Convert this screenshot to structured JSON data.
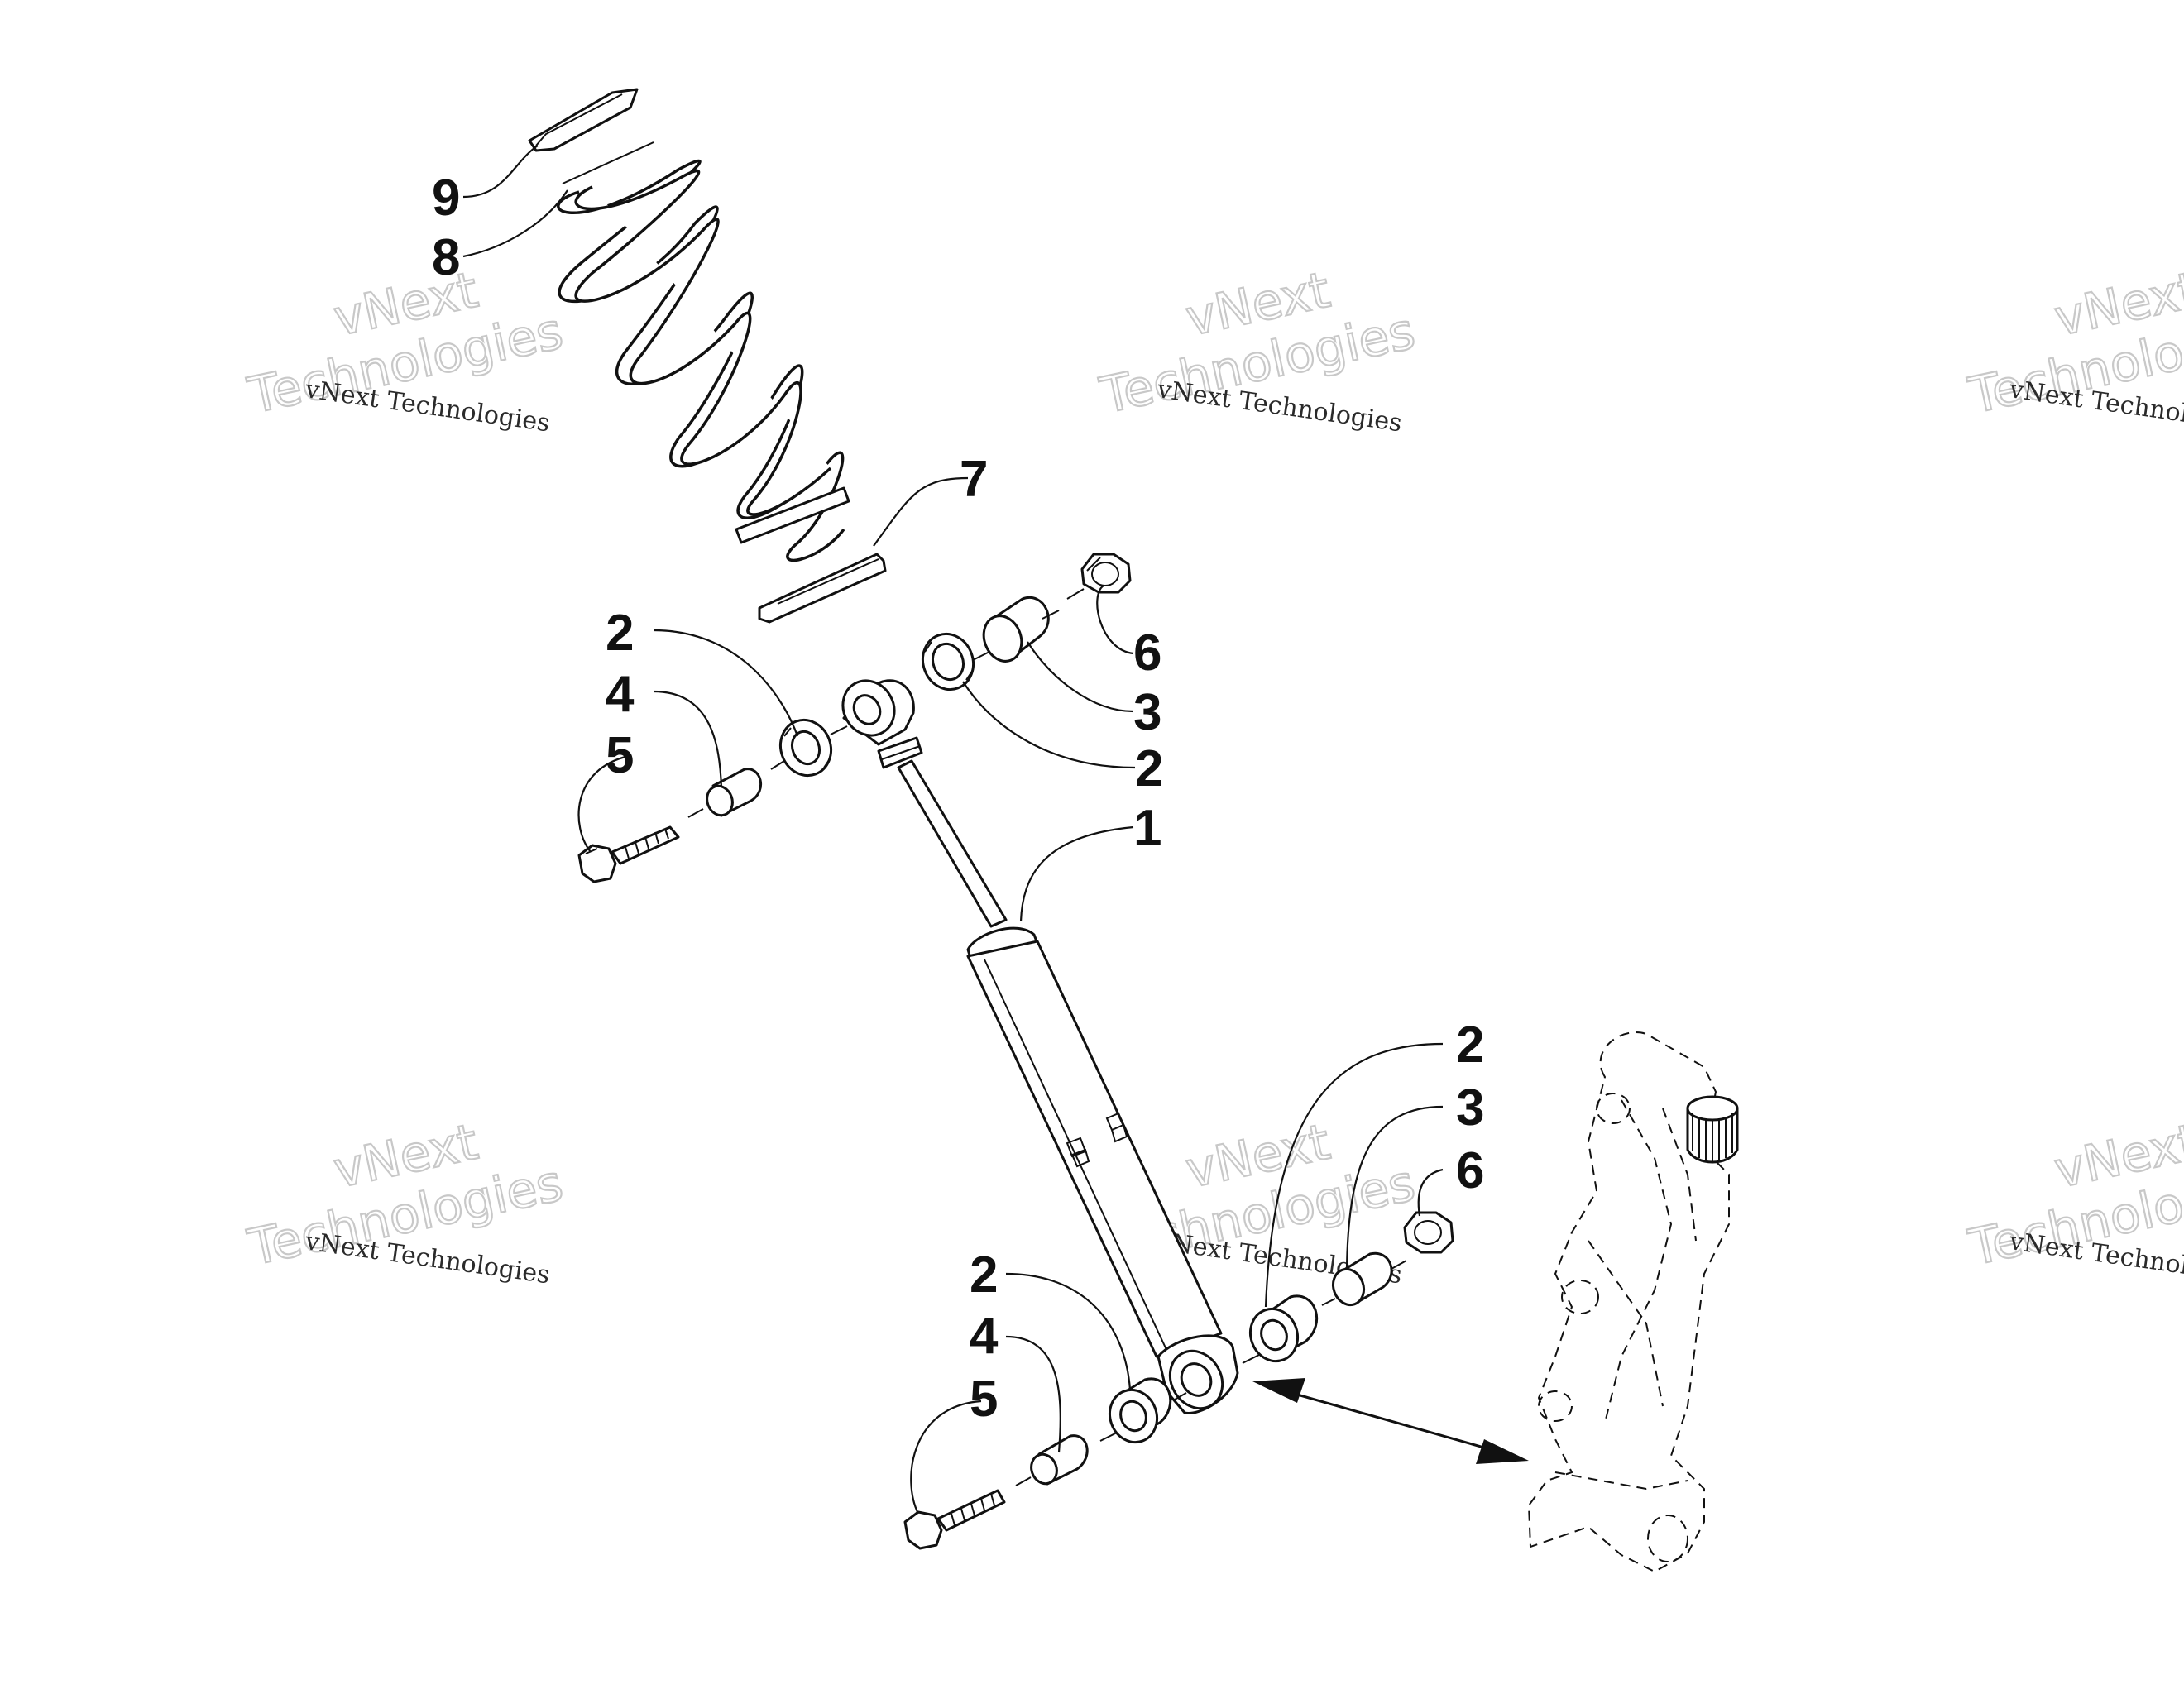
{
  "watermark": {
    "line_small": "vNext Technologies",
    "line_big_1": "vNext",
    "line_big_2": "Technologies"
  },
  "callouts": [
    {
      "id": "c9",
      "label": "9"
    },
    {
      "id": "c8",
      "label": "8"
    },
    {
      "id": "c7",
      "label": "7"
    },
    {
      "id": "c6a",
      "label": "6"
    },
    {
      "id": "c3a",
      "label": "3"
    },
    {
      "id": "c2a",
      "label": "2"
    },
    {
      "id": "c2b",
      "label": "2"
    },
    {
      "id": "c4a",
      "label": "4"
    },
    {
      "id": "c5a",
      "label": "5"
    },
    {
      "id": "c1",
      "label": "1"
    },
    {
      "id": "c2c",
      "label": "2"
    },
    {
      "id": "c3b",
      "label": "3"
    },
    {
      "id": "c6b",
      "label": "6"
    },
    {
      "id": "c2d",
      "label": "2"
    },
    {
      "id": "c4b",
      "label": "4"
    },
    {
      "id": "c5b",
      "label": "5"
    }
  ]
}
